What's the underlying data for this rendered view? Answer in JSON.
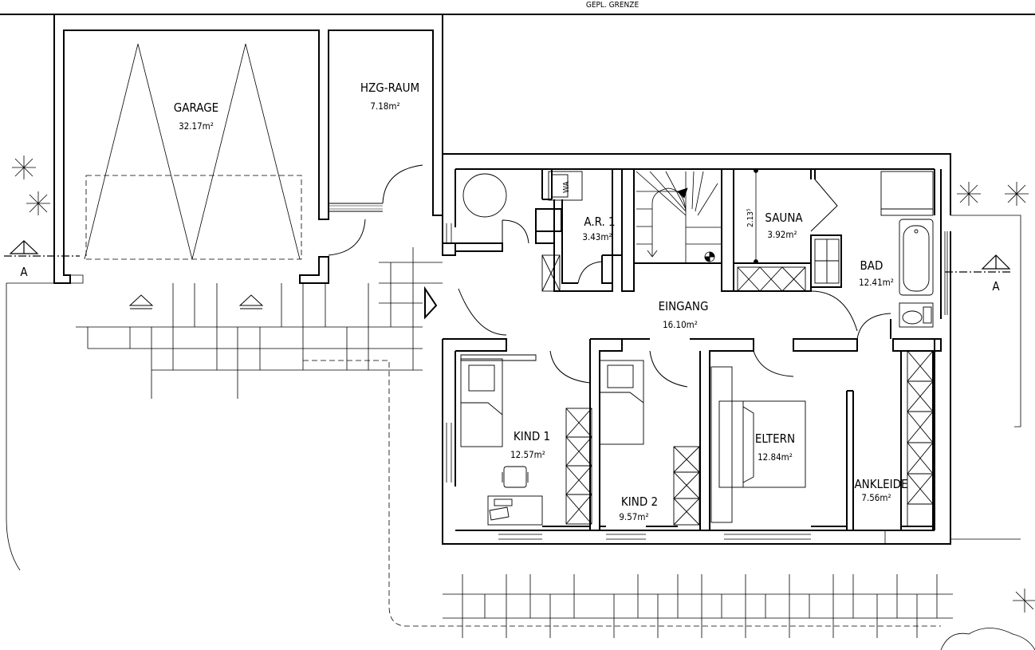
{
  "boundary_label": "GEPL. GRENZE",
  "section_marker": "A",
  "rooms": {
    "garage": {
      "name": "GARAGE",
      "area": "32.17m²"
    },
    "hzg": {
      "name": "HZG-RAUM",
      "area": "7.18m²"
    },
    "ar": {
      "name": "A.R. 1",
      "area": "3.43m²"
    },
    "sauna": {
      "name": "SAUNA",
      "area": "3.92m²"
    },
    "bad": {
      "name": "BAD",
      "area": "12.41m²"
    },
    "eingang": {
      "name": "EINGANG",
      "area": "16.10m²"
    },
    "kind1": {
      "name": "KIND 1",
      "area": "12.57m²"
    },
    "kind2": {
      "name": "KIND 2",
      "area": "9.57m²"
    },
    "eltern": {
      "name": "ELTERN",
      "area": "12.84m²"
    },
    "ankleide": {
      "name": "ANKLEIDE",
      "area": "7.56m²"
    }
  },
  "fixtures": {
    "wa": "WA"
  },
  "dimensions": {
    "sauna_width": "2.13⁵"
  }
}
